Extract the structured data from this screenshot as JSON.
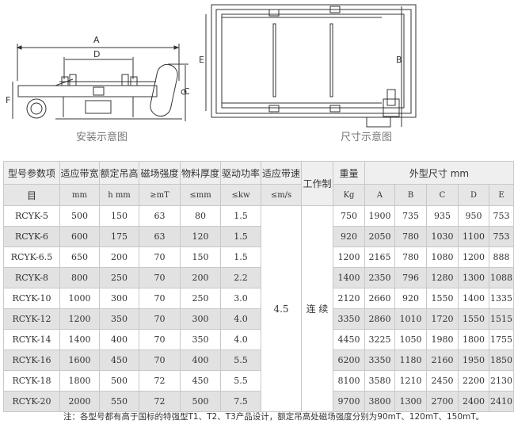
{
  "diagram_install": {
    "caption": "安装示意图",
    "labels": {
      "A": "A",
      "D": "D",
      "F": "F",
      "C": "C"
    }
  },
  "diagram_size": {
    "caption": "尺寸示意图",
    "labels": {
      "E": "E",
      "B": "B"
    }
  },
  "table": {
    "headers1": [
      "型号参数项",
      "适应带宽",
      "额定吊高",
      "磁场强度",
      "物料厚度",
      "驱动功率",
      "适应带速",
      "工作制",
      "重量",
      "外型尺寸 mm"
    ],
    "headers2": [
      "目",
      "mm",
      "h mm",
      "≥mT",
      "≤mm",
      "≤kw",
      "≤m/s",
      "Kg",
      "A",
      "B",
      "C",
      "D",
      "E"
    ],
    "speed": "4.5",
    "duty": "连 续",
    "rows": [
      [
        "RCYK-5",
        "500",
        "150",
        "63",
        "80",
        "1.5",
        "750",
        "1900",
        "735",
        "935",
        "950",
        "753"
      ],
      [
        "RCYK-6",
        "600",
        "175",
        "63",
        "120",
        "1.5",
        "920",
        "2050",
        "780",
        "1030",
        "1100",
        "753"
      ],
      [
        "RCYK-6.5",
        "650",
        "200",
        "70",
        "150",
        "1.5",
        "1200",
        "2165",
        "780",
        "1080",
        "1200",
        "888"
      ],
      [
        "RCYK-8",
        "800",
        "250",
        "70",
        "200",
        "2.2",
        "1400",
        "2350",
        "796",
        "1280",
        "1300",
        "1088"
      ],
      [
        "RCYK-10",
        "1000",
        "300",
        "70",
        "250",
        "3.0",
        "2120",
        "2660",
        "920",
        "1550",
        "1400",
        "1335"
      ],
      [
        "RCYK-12",
        "1200",
        "350",
        "70",
        "300",
        "4.0",
        "3350",
        "2860",
        "1010",
        "1720",
        "1550",
        "1515"
      ],
      [
        "RCYK-14",
        "1400",
        "400",
        "70",
        "350",
        "4.0",
        "4450",
        "3225",
        "1050",
        "1980",
        "1800",
        "1755"
      ],
      [
        "RCYK-16",
        "1600",
        "450",
        "70",
        "400",
        "5.5",
        "6200",
        "3350",
        "1180",
        "2160",
        "1950",
        "1850"
      ],
      [
        "RCYK-18",
        "1800",
        "500",
        "72",
        "450",
        "5.5",
        "8100",
        "3580",
        "1210",
        "2450",
        "2200",
        "2130"
      ],
      [
        "RCYK-20",
        "2000",
        "550",
        "72",
        "500",
        "7.5",
        "9700",
        "3800",
        "1300",
        "2700",
        "2400",
        "2410"
      ]
    ]
  },
  "note": "注：各型号都有高于国标的特强型T1、T2、T3产品设计，额定吊高处磁场强度分别为90mT、120mT、150mT。"
}
